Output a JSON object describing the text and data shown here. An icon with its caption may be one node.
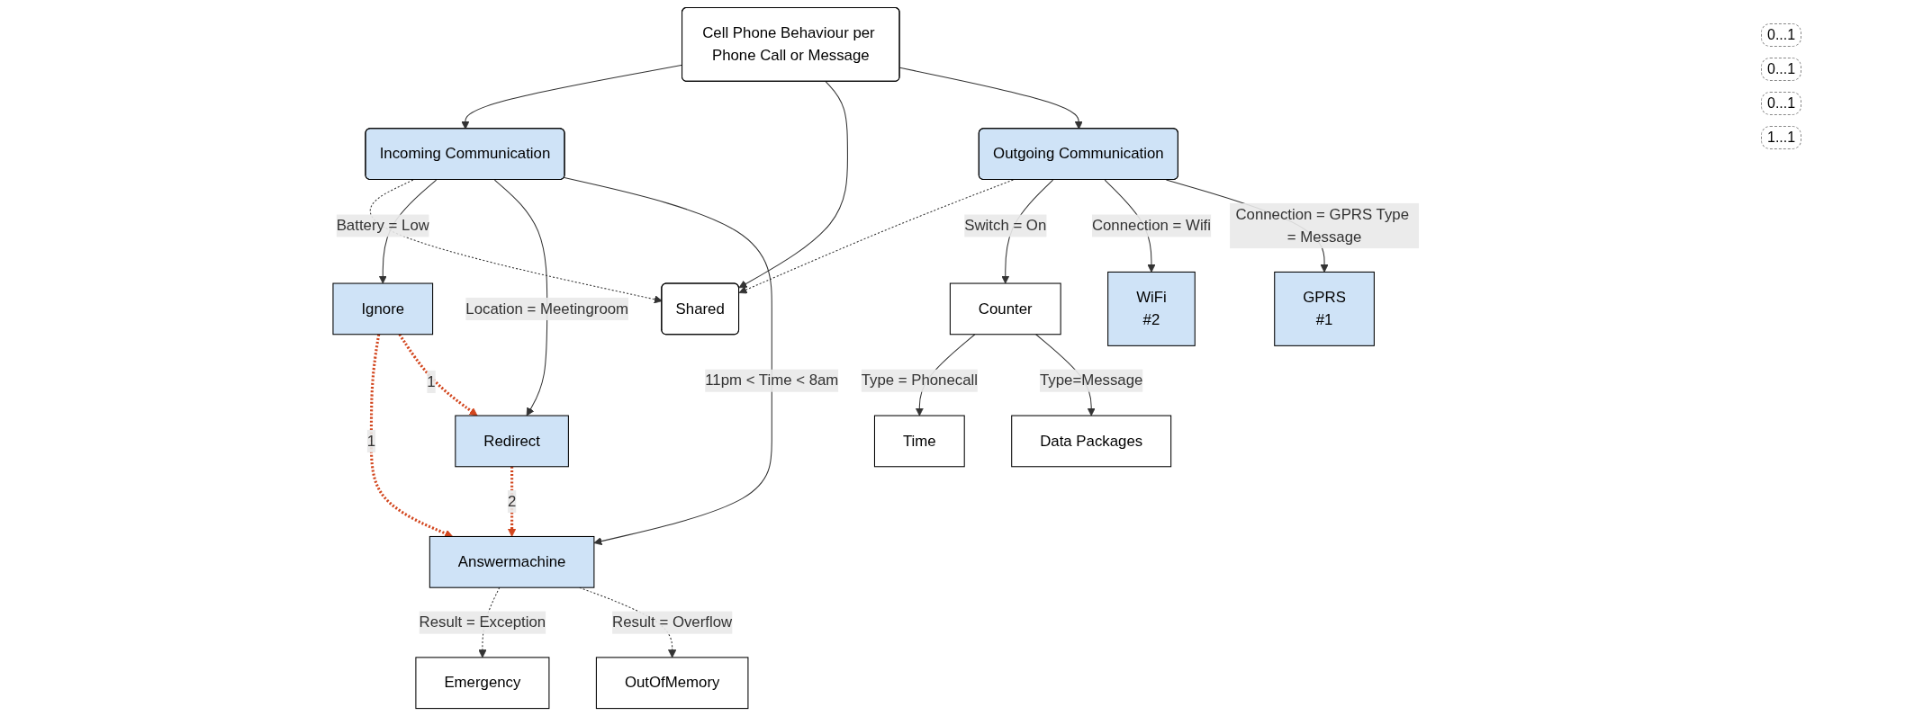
{
  "diagram": {
    "nodes": [
      {
        "text": [
          "Cell Phone Behaviour per Phone Call or Message"
        ]
      },
      {
        "text": [
          "Incoming Communication"
        ]
      },
      {
        "text": [
          "Shared"
        ]
      },
      {
        "text": [
          "Outgoing Communication"
        ]
      },
      {
        "text": [
          "Ignore"
        ]
      },
      {
        "text": [
          "Answermachine"
        ]
      },
      {
        "text": [
          "Redirect"
        ]
      },
      {
        "text": [
          "Emergency"
        ]
      },
      {
        "text": [
          "OutOfMemory"
        ]
      },
      {
        "text": [
          "Counter"
        ]
      },
      {
        "text": [
          "WiFi",
          "#2"
        ]
      },
      {
        "text": [
          "GPRS",
          "#1"
        ]
      },
      {
        "text": [
          "Time"
        ]
      },
      {
        "text": [
          "Data Packages"
        ]
      }
    ],
    "edges": [
      {
        "from": 0,
        "to": 1,
        "arrow": "to"
      },
      {
        "from": 0,
        "to": 2,
        "arrow": "to"
      },
      {
        "from": 0,
        "to": 3,
        "arrow": "to"
      },
      {
        "from": 1,
        "to": 2,
        "arrow": "to",
        "style": "dashed"
      },
      {
        "from": 3,
        "to": 2,
        "arrow": "to",
        "style": "dashed"
      },
      {
        "from": 1,
        "to": 4,
        "arrow": "to",
        "label": "Battery = Low"
      },
      {
        "from": 1,
        "to": 6,
        "arrow": "to",
        "label": "Location = Meetingroom"
      },
      {
        "from": 1,
        "to": 5,
        "arrow": "to",
        "label": "11pm < Time < 8am"
      },
      {
        "from": 4,
        "to": 5,
        "arrow": "to",
        "label": "1",
        "style": "dashed",
        "color": "#d2461e"
      },
      {
        "from": 4,
        "to": 6,
        "arrow": "to",
        "label": "1",
        "style": "dashed",
        "color": "#d2461e"
      },
      {
        "from": 6,
        "to": 5,
        "arrow": "to",
        "label": "2",
        "style": "dashed",
        "color": "#d2461e"
      },
      {
        "from": 5,
        "to": 7,
        "arrow": "to",
        "label": "Result = Exception",
        "style": "dashed"
      },
      {
        "from": 5,
        "to": 8,
        "arrow": "to",
        "label": "Result = Overflow",
        "style": "dashed"
      },
      {
        "from": 3,
        "to": 9,
        "arrow": "to",
        "label": "Switch = On"
      },
      {
        "from": 3,
        "to": 10,
        "arrow": "to",
        "label": "Connection = Wifi"
      },
      {
        "from": 3,
        "to": 11,
        "arrow": "to",
        "label": "Connection = GPRS Type = Message"
      },
      {
        "from": 9,
        "to": 12,
        "arrow": "to",
        "label": "Type = Phonecall"
      },
      {
        "from": 9,
        "to": 13,
        "arrow": "to",
        "label": "Type=Message"
      }
    ],
    "labels": [
      "0...1",
      "0...1",
      "0...1",
      "1...1"
    ]
  }
}
